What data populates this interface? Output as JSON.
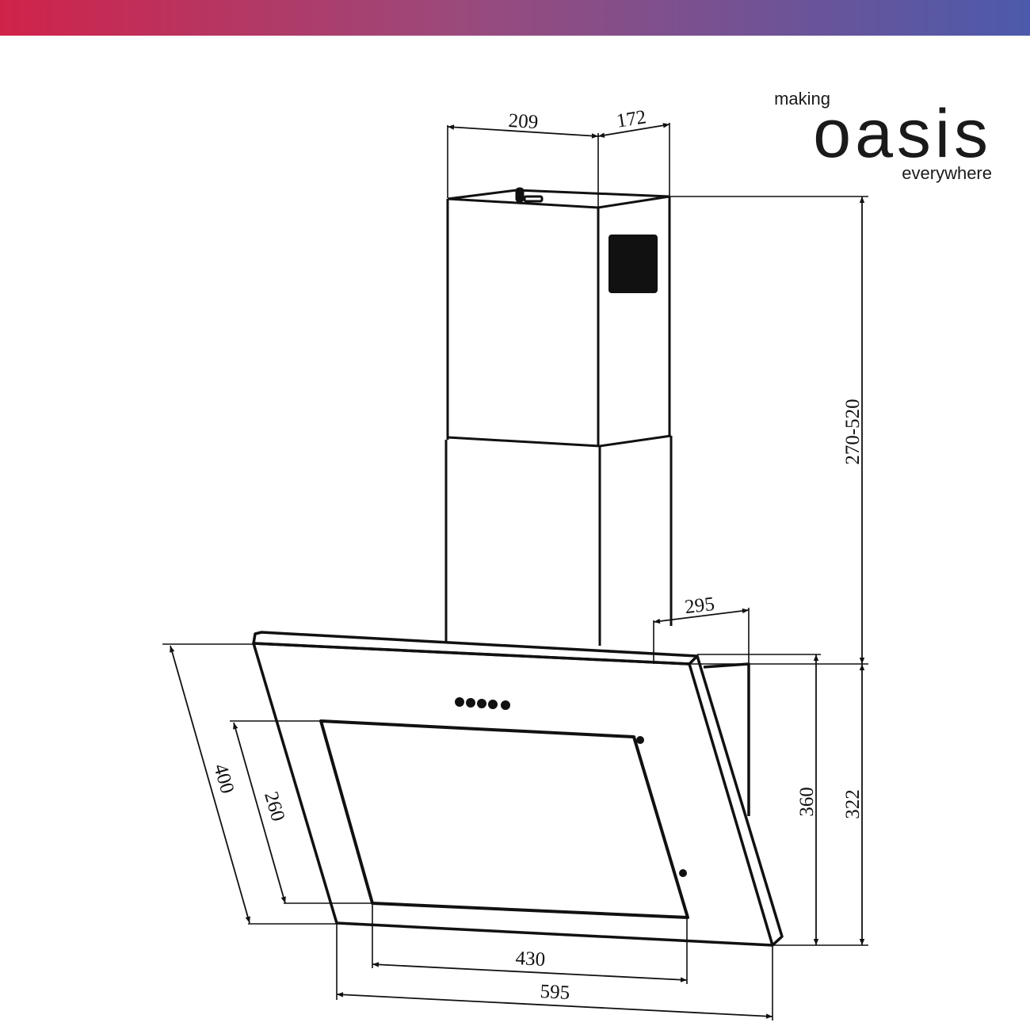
{
  "brand": {
    "line1": "making",
    "line2": "oasis",
    "line3": "everywhere",
    "gradient_start": "#d0234a",
    "gradient_end": "#4c5aab"
  },
  "dimensions": {
    "chimney_width": "209",
    "chimney_depth": "172",
    "chimney_height": "270-520",
    "hood_depth": "295",
    "hood_height_total": "360",
    "hood_height": "322",
    "panel_slant_height": "400",
    "window_slant_height": "260",
    "window_width": "430",
    "hood_width": "595"
  }
}
